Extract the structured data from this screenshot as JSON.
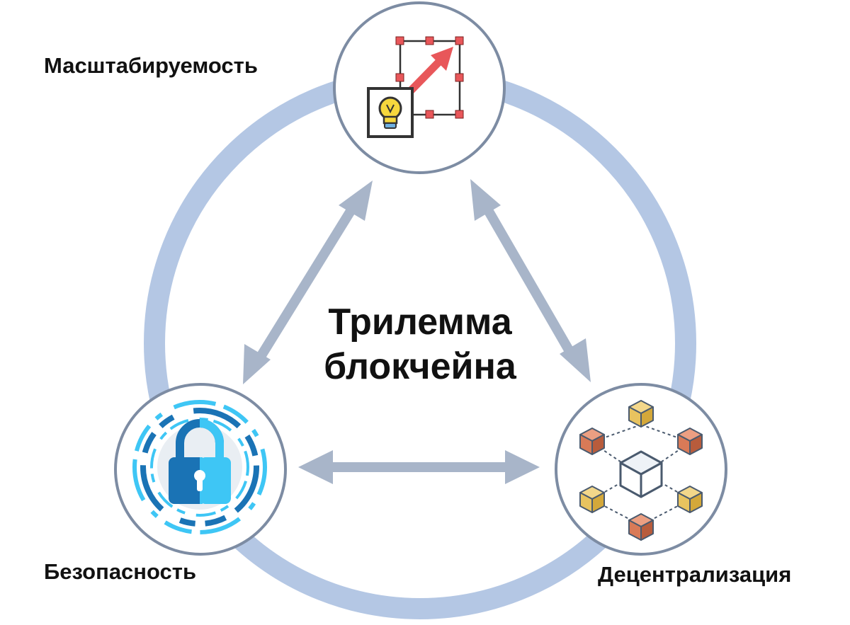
{
  "title": {
    "line1": "Трилемма",
    "line2": "блокчейна"
  },
  "nodes": {
    "scalability": {
      "label": "Масштабируемость",
      "icon": "scalability-icon"
    },
    "security": {
      "label": "Безопасность",
      "icon": "padlock-icon"
    },
    "decentralization": {
      "label": "Децентрализация",
      "icon": "network-cubes-icon"
    }
  },
  "colors": {
    "ring": "#b4c7e4",
    "node_border": "#7d8ca3",
    "arrow": "#a8b5c9",
    "text": "#111111",
    "cube_orange": "#d97a57",
    "cube_yellow": "#e8c35f",
    "cube_outline": "#4a5a6e",
    "lock_dark": "#1a73b5",
    "lock_light": "#3ec6f5"
  }
}
